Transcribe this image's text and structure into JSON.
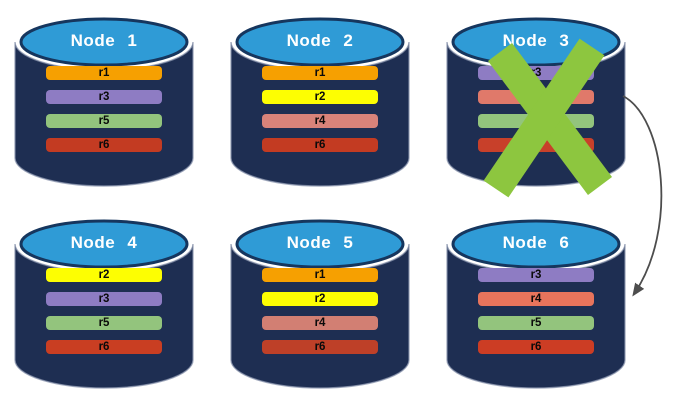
{
  "cylinder": {
    "body_color": "#1E2E52",
    "top_color": "#2F9BD6",
    "top_border_color": "#16365E",
    "outline_color": "#8A94AE",
    "title_color": "#FFFFFF",
    "bar_text_color": "#0A0A0A"
  },
  "failure": {
    "failed_node": "Node 3",
    "x_color": "#8DC63F"
  },
  "arrow": {
    "from": "Node 3",
    "to": "Node 6",
    "color": "#4D4D4D"
  },
  "nodes": [
    {
      "id": "node-1",
      "title": "Node 1",
      "failed": false,
      "bars": [
        {
          "label": "r1",
          "color": "#F6A001"
        },
        {
          "label": "r3",
          "color": "#8E7CC3"
        },
        {
          "label": "r5",
          "color": "#93C47D"
        },
        {
          "label": "r6",
          "color": "#C33B22"
        }
      ]
    },
    {
      "id": "node-2",
      "title": "Node 2",
      "failed": false,
      "bars": [
        {
          "label": "r1",
          "color": "#F6A001"
        },
        {
          "label": "r2",
          "color": "#FDFE02"
        },
        {
          "label": "r4",
          "color": "#D9837A"
        },
        {
          "label": "r6",
          "color": "#C33B22"
        }
      ]
    },
    {
      "id": "node-3",
      "title": "Node 3",
      "failed": true,
      "bars": [
        {
          "label": "r3",
          "color": "#8E7CC3"
        },
        {
          "label": "",
          "color": "#E0796A"
        },
        {
          "label": "",
          "color": "#93C47D"
        },
        {
          "label": "",
          "color": "#C8402A"
        }
      ]
    },
    {
      "id": "node-4",
      "title": "Node 4",
      "failed": false,
      "bars": [
        {
          "label": "r2",
          "color": "#FDFE02"
        },
        {
          "label": "r3",
          "color": "#8E7CC3"
        },
        {
          "label": "r5",
          "color": "#93C47D"
        },
        {
          "label": "r6",
          "color": "#C93E22"
        }
      ]
    },
    {
      "id": "node-5",
      "title": "Node 5",
      "failed": false,
      "bars": [
        {
          "label": "r1",
          "color": "#F6A001"
        },
        {
          "label": "r2",
          "color": "#FDFE02"
        },
        {
          "label": "r4",
          "color": "#D27F73"
        },
        {
          "label": "r6",
          "color": "#BE4028"
        }
      ]
    },
    {
      "id": "node-6",
      "title": "Node 6",
      "failed": false,
      "bars": [
        {
          "label": "r3",
          "color": "#8E7CC3"
        },
        {
          "label": "r4",
          "color": "#E8745C"
        },
        {
          "label": "r5",
          "color": "#93C47D"
        },
        {
          "label": "r6",
          "color": "#CC3D24"
        }
      ]
    }
  ]
}
